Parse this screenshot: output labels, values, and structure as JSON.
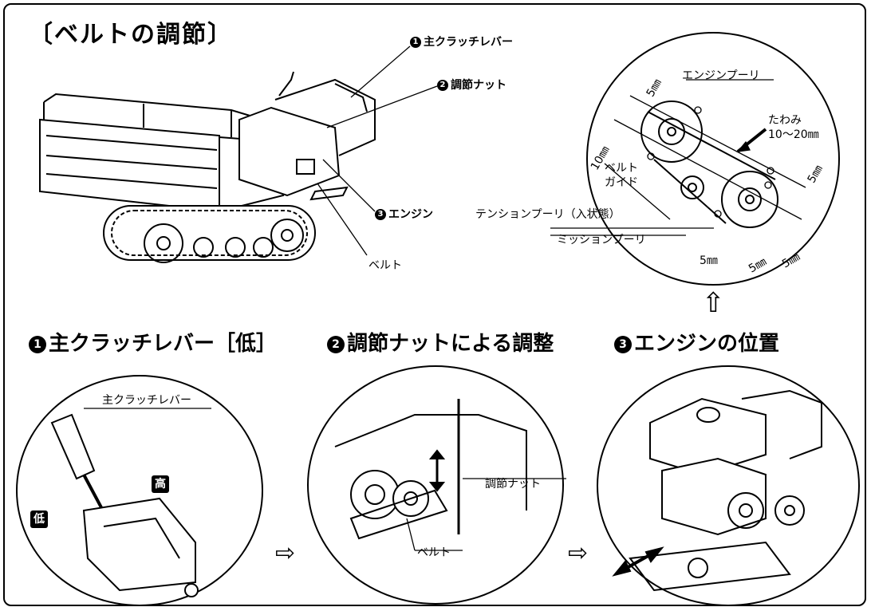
{
  "title": "〔ベルトの調節〕",
  "overview": {
    "callouts": {
      "lever_num": "1",
      "lever": "主クラッチレバー",
      "nut_num": "2",
      "nut": "調節ナット",
      "engine_num": "3",
      "engine": "エンジン",
      "belt": "ベルト"
    }
  },
  "detail": {
    "engine_pulley": "エンジンプーリ",
    "slack_label": "たわみ",
    "slack_value": "10〜20㎜",
    "dim_5": "5㎜",
    "dim_10": "10㎜",
    "belt_guide_1": "ベルト",
    "belt_guide_2": "ガイド",
    "tension_pulley": "テンションプーリ（入状態）",
    "mission_pulley": "ミッションプーリ",
    "dim_bottom_1": "5㎜",
    "dim_bottom_2": "5㎜",
    "dim_bottom_3": "5㎜",
    "dim_right": "5㎜"
  },
  "steps": [
    {
      "num": "1",
      "label": "主クラッチレバー［低］"
    },
    {
      "num": "2",
      "label": "調節ナットによる調整"
    },
    {
      "num": "3",
      "label": "エンジンの位置"
    }
  ],
  "panel1": {
    "lever_label": "主クラッチレバー",
    "high": "高",
    "low": "低"
  },
  "panel2": {
    "nut_label": "調節ナット",
    "belt_label": "ベルト"
  },
  "arrows": {
    "right": "⇨",
    "up": "⇧"
  }
}
